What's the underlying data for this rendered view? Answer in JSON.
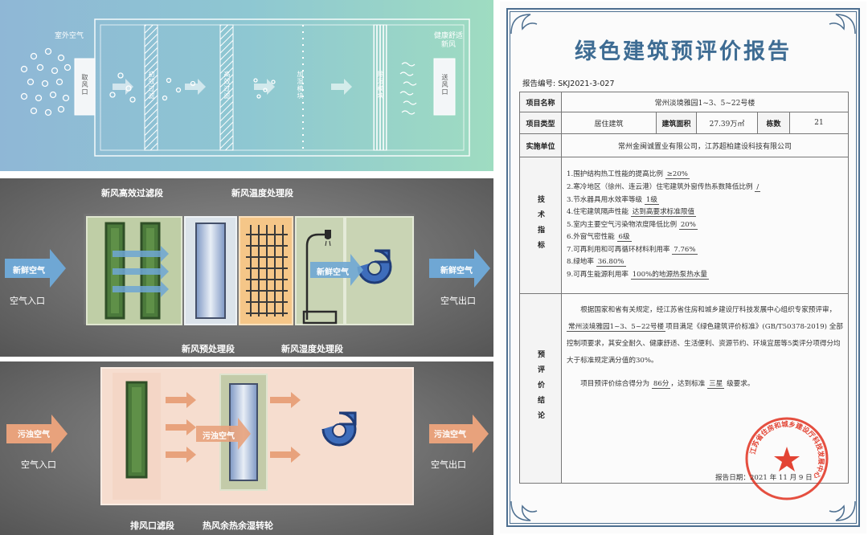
{
  "panel1": {
    "outdoor_air": "室外空气",
    "fresh_air": "健康舒适\n新风",
    "intake": "取风口",
    "supply": "送风口",
    "coarse_filter": "初效过滤",
    "hepa_filter": "高效过滤",
    "humidify": "加湿模块",
    "dehumidify": "除湿模块"
  },
  "panel2": {
    "top_label_1": "新风高效过滤段",
    "top_label_2": "新风温度处理段",
    "bottom_label_1": "新风预处理段",
    "bottom_label_2": "新风湿度处理段",
    "fresh_air_in": "新鲜空气",
    "inlet": "空气入口",
    "fresh_air_mid": "新鲜空气",
    "fresh_air_out": "新鲜空气",
    "outlet": "空气出口"
  },
  "panel3": {
    "dirty_air_in": "污浊空气",
    "inlet": "空气入口",
    "dirty_air_mid": "污浊空气",
    "dirty_air_out": "污浊空气",
    "outlet": "空气出口",
    "bottom_label_1": "排风口滤段",
    "bottom_label_2": "热风余热余湿转轮"
  },
  "report": {
    "title": "绿色建筑预评价报告",
    "report_no": "报告编号: SKJ2021-3-027",
    "project_name_label": "项目名称",
    "project_name": "常州淡境雅园1~3、5~22号楼",
    "project_type_label": "项目类型",
    "project_type": "居住建筑",
    "area_label": "建筑面积",
    "area_value": "27.39万㎡",
    "count_label": "栋数",
    "count_value": "21",
    "unit_label": "实施单位",
    "unit_value": "常州金闽诚置业有限公司，江苏超柏建设科技有限公司",
    "tech_label": "技术指标",
    "tech": [
      {
        "text": "1.围护结构热工性能的提高比例",
        "val": "≥20%"
      },
      {
        "text": "2.寒冷地区（徐州、连云港）住宅建筑外窗传热系数降低比例",
        "val": "/"
      },
      {
        "text": "3.节水器具用水效率等级",
        "val": "1级"
      },
      {
        "text": "4.住宅建筑隔声性能",
        "val": "达到高要求标准限值"
      },
      {
        "text": "5.室内主要空气污染物浓度降低比例",
        "val": "20%"
      },
      {
        "text": "6.外窗气密性能",
        "val": "6级"
      },
      {
        "text": "7.可再利用和可再循环材料利用率",
        "val": "7.76%"
      },
      {
        "text": "8.绿地率",
        "val": "36.80%"
      },
      {
        "text": "9.可再生能源利用率",
        "val": "100%的地源热泵热水量"
      }
    ],
    "concl_label": "预评价结论",
    "concl_p1a": "根据国家和省有关规定，经江苏省住房和城乡建设厅科技发展中心组织专家预评审，",
    "concl_project": "常州淡境雅园1~3、5~22号楼",
    "concl_p1b": "项目满足《绿色建筑评价标准》(GB/T50378-2019) 全部控制项要求，其安全耐久、健康舒适、生活便利、资源节约、环境宜居等5类评分项得分均大于标准规定满分值的30%。",
    "concl_p2a": "项目预评价综合得分为",
    "concl_score": "86分",
    "concl_p2b": "，达到标准",
    "concl_level": "三星",
    "concl_p2c": "级要求。",
    "date": "报告日期：2021 年 11 月 9 日",
    "stamp_text": "江苏省住房和城乡建设厅科技发展中心"
  },
  "colors": {
    "report_blue": "#3e6c93",
    "stamp_red": "#e0301e",
    "arrow_blue": "#6fa7d4",
    "arrow_orange": "#e8a27c"
  }
}
